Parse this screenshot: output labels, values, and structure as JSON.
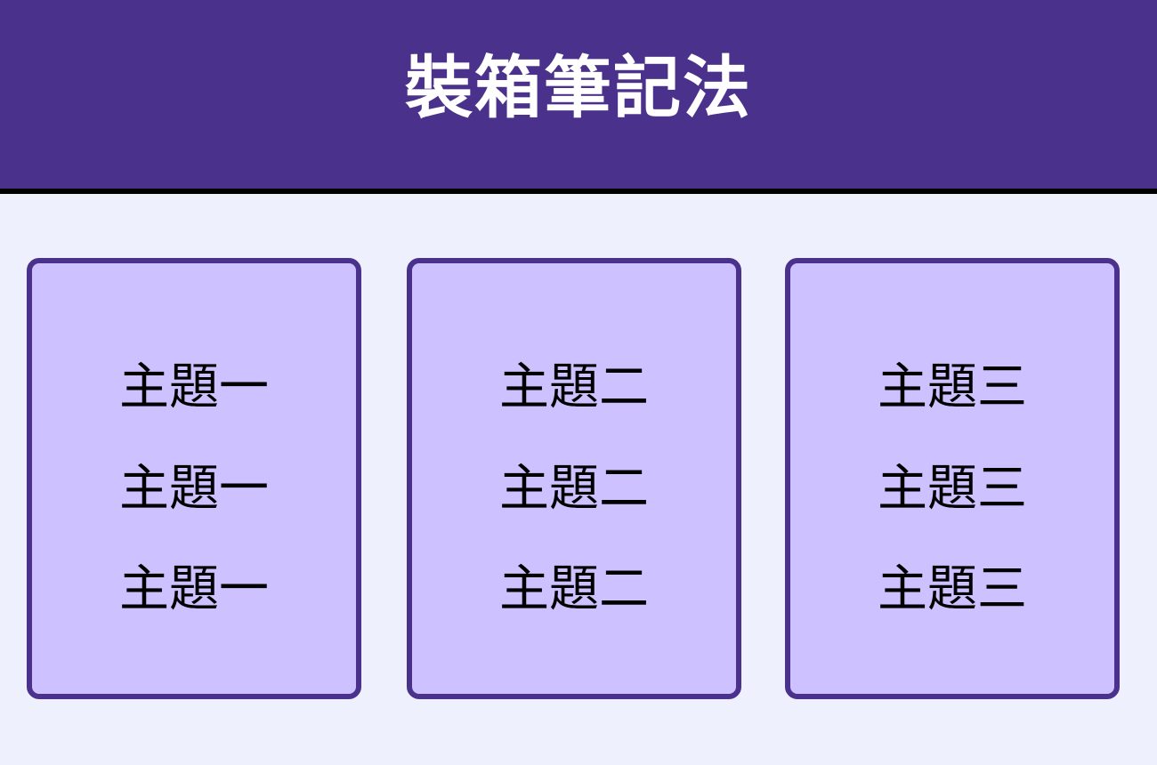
{
  "title": "裝箱筆記法",
  "columns": [
    {
      "items": [
        "主題一",
        "主題一",
        "主題一"
      ]
    },
    {
      "items": [
        "主題二",
        "主題二",
        "主題二"
      ]
    },
    {
      "items": [
        "主題三",
        "主題三",
        "主題三"
      ]
    }
  ],
  "colors": {
    "header_bg": "#4a318b",
    "page_bg": "#eef0fd",
    "box_fill": "#cdc2ff",
    "box_border": "#4a318b"
  }
}
